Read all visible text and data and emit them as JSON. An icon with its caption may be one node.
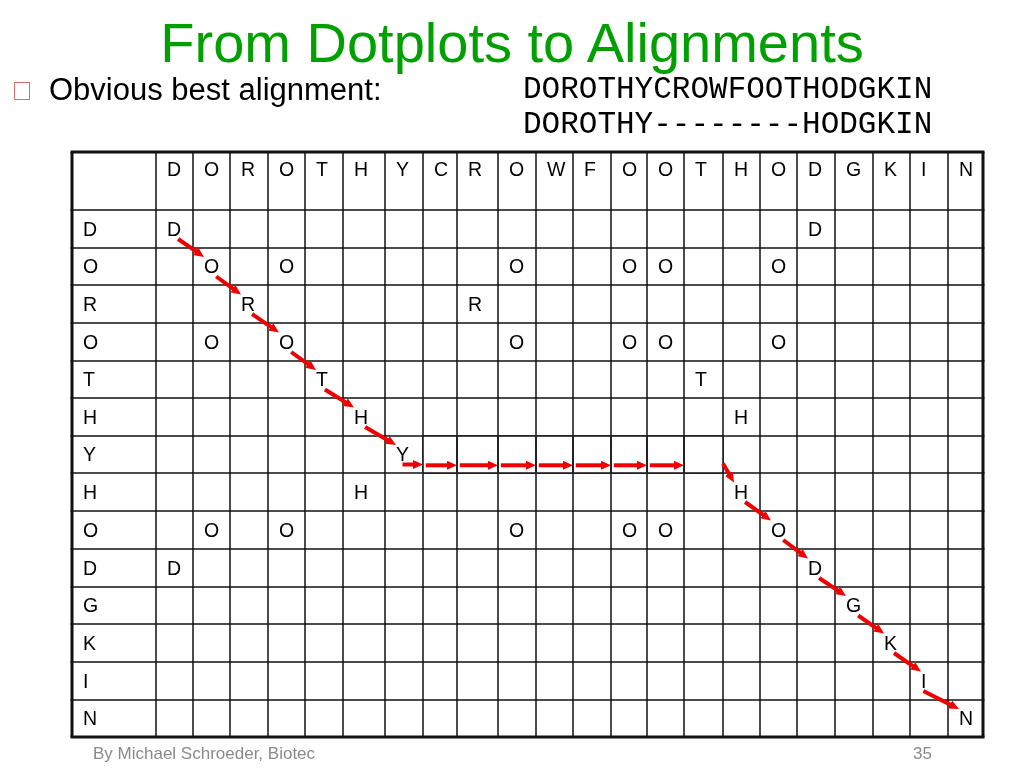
{
  "diagram": {
    "title": "From Dotplots to Alignments",
    "nodes": [
      {
        "text": [
          "D"
        ]
      },
      {
        "text": [
          "O"
        ]
      },
      {
        "text": [
          "R"
        ]
      },
      {
        "text": [
          "O"
        ]
      },
      {
        "text": [
          "T"
        ]
      },
      {
        "text": [
          "H"
        ]
      },
      {
        "text": [
          "Y"
        ]
      },
      {
        "text": [],
        "shape": "box"
      },
      {
        "text": [],
        "shape": "box"
      },
      {
        "text": [],
        "shape": "box"
      },
      {
        "text": [],
        "shape": "box"
      },
      {
        "text": [],
        "shape": "box"
      },
      {
        "text": [],
        "shape": "box"
      },
      {
        "text": [],
        "shape": "box"
      },
      {
        "text": [],
        "shape": "box"
      },
      {
        "text": [
          "H"
        ]
      },
      {
        "text": [
          "O"
        ]
      },
      {
        "text": [
          "D"
        ]
      },
      {
        "text": [
          "G"
        ]
      },
      {
        "text": [
          "K"
        ]
      },
      {
        "text": [
          "I"
        ]
      },
      {
        "text": [
          "N"
        ]
      }
    ],
    "edges": [
      {
        "from": 0,
        "to": 1,
        "arrow": "to"
      },
      {
        "from": 1,
        "to": 2,
        "arrow": "to"
      },
      {
        "from": 2,
        "to": 3,
        "arrow": "to"
      },
      {
        "from": 3,
        "to": 4,
        "arrow": "to"
      },
      {
        "from": 4,
        "to": 5,
        "arrow": "to"
      },
      {
        "from": 5,
        "to": 6,
        "arrow": "to"
      },
      {
        "from": 6,
        "to": 7,
        "arrow": "to"
      },
      {
        "from": 7,
        "to": 8,
        "arrow": "to"
      },
      {
        "from": 8,
        "to": 9,
        "arrow": "to"
      },
      {
        "from": 9,
        "to": 10,
        "arrow": "to"
      },
      {
        "from": 10,
        "to": 11,
        "arrow": "to"
      },
      {
        "from": 11,
        "to": 12,
        "arrow": "to"
      },
      {
        "from": 12,
        "to": 13,
        "arrow": "to"
      },
      {
        "from": 13,
        "to": 14,
        "arrow": "to"
      },
      {
        "from": 14,
        "to": 15,
        "arrow": "to"
      },
      {
        "from": 15,
        "to": 16,
        "arrow": "to"
      },
      {
        "from": 16,
        "to": 17,
        "arrow": "to"
      },
      {
        "from": 17,
        "to": 18,
        "arrow": "to"
      },
      {
        "from": 18,
        "to": 19,
        "arrow": "to"
      },
      {
        "from": 19,
        "to": 20,
        "arrow": "to"
      },
      {
        "from": 20,
        "to": 21,
        "arrow": "to"
      }
    ],
    "labels": [
      "Obvious best alignment:",
      "DOROTHYCROWFOOTHODGKIN",
      "DOROTHY--------HODGKIN",
      "D",
      "O",
      "R",
      "O",
      "T",
      "H",
      "Y",
      "C",
      "R",
      "O",
      "W",
      "F",
      "O",
      "O",
      "T",
      "H",
      "O",
      "D",
      "G",
      "K",
      "I",
      "N",
      "D",
      "D",
      "O",
      "O",
      "O",
      "O",
      "O",
      "O",
      "R",
      "R",
      "O",
      "O",
      "O",
      "O",
      "O",
      "O",
      "T",
      "T",
      "H",
      "H",
      "Y",
      "H",
      "H",
      "O",
      "O",
      "O",
      "O",
      "O",
      "O",
      "D",
      "D",
      "G",
      "K",
      "I",
      "N",
      "By Michael Schroeder, Biotec",
      "35"
    ]
  }
}
